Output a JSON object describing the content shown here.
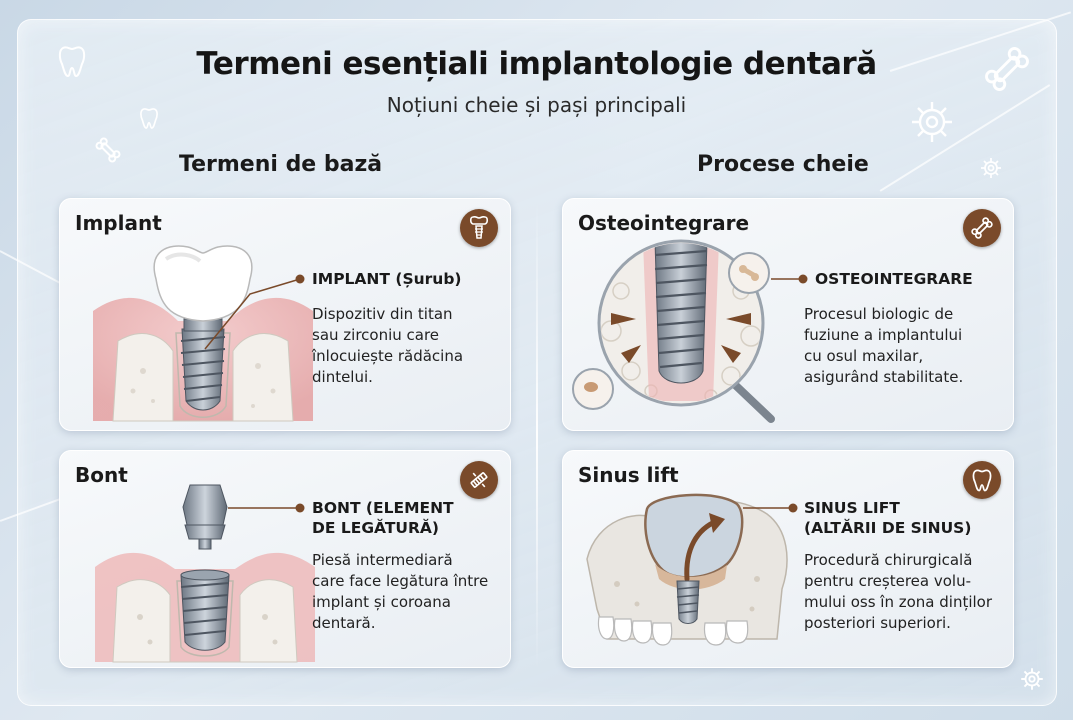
{
  "header": {
    "title": "Termeni esențiali implantologie dentară",
    "subtitle": "Noțiuni cheie și pași principali"
  },
  "sections": {
    "left_title": "Termeni de bază",
    "right_title": "Procese cheie"
  },
  "cards": {
    "implant": {
      "title": "Implant",
      "icon": "implant-icon",
      "label": "IMPLANT (Șurub)",
      "desc": [
        "Dispozitiv din titan",
        "sau zirconiu care",
        "înlocuiește rădăcina",
        "dintelui."
      ]
    },
    "bont": {
      "title": "Bont",
      "icon": "abutment-icon",
      "label": [
        "BONT (ELEMENT",
        "DE LEGĂTURĂ)"
      ],
      "desc": [
        "Piesă intermediară",
        "care face legătura între",
        "implant și coroana",
        "dentară."
      ]
    },
    "osteo": {
      "title": "Osteointegrare",
      "icon": "bone-icon",
      "label": "OSTEOINTEGRARE",
      "desc": [
        "Procesul biologic de",
        "fuziune a implantului",
        "cu osul maxilar,",
        "asigurând stabilitate."
      ]
    },
    "sinus": {
      "title": "Sinus lift",
      "icon": "tooth-icon",
      "label": [
        "SINUS LIFT",
        "(ALTĂRII DE SINUS)"
      ],
      "desc": [
        "Procedură chirurgicală",
        "pentru creșterea volu-",
        "mului oss în zona dinților",
        "posteriori superiori."
      ]
    }
  },
  "colors": {
    "accent_brown": "#7a4a2a",
    "gum_pink": "#e9a3a3",
    "metal": "#8e98a4",
    "background": "#d6e2ec"
  }
}
